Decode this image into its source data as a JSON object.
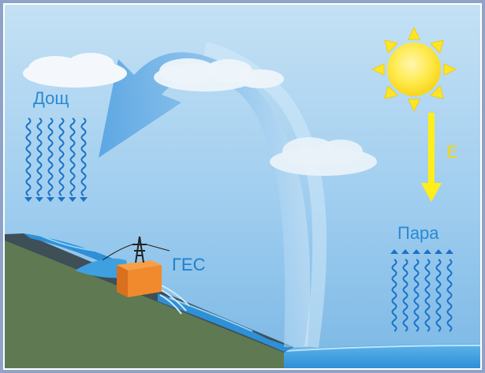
{
  "labels": {
    "rain": "Дощ",
    "hydro_plant": "ГЕС",
    "vapor": "Пара",
    "energy": "Е"
  },
  "colors": {
    "frame_border": "#8fa3c8",
    "sky_top": "#bcdcf2",
    "sky_bottom": "#7dbae6",
    "ground": "#5f7a52",
    "river_bank": "#3e4f58",
    "water": "#2e90d6",
    "arc": "#5aa7e2",
    "sun": "#ffe52a",
    "sun_core": "#ffea4a",
    "energy_arrow": "#ffee1a",
    "plant": "#f08a2c",
    "label_text": "#2a8ad0",
    "energy_text": "#f2d80e",
    "rain_waves": "#1a72c8"
  },
  "icons": {
    "sun": "sun-icon",
    "cloud": "cloud-icon",
    "power_pylon": "power-pylon-icon"
  }
}
